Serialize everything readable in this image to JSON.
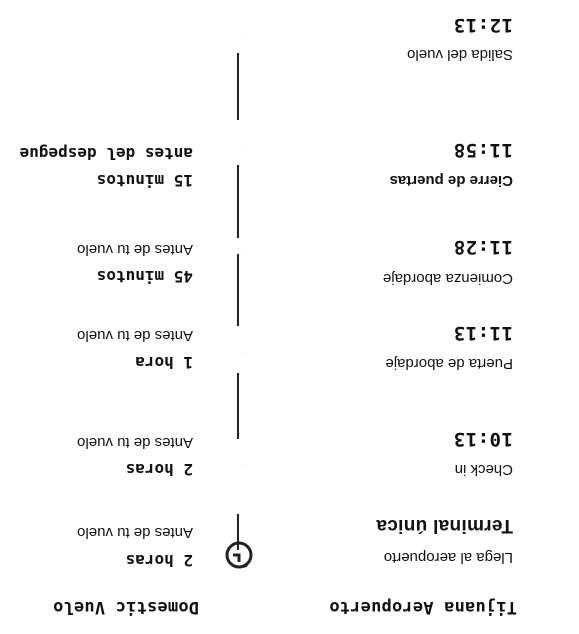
{
  "header": {
    "airport_title": "Tijuana Aeropuerto",
    "flight_title": "Domestic Vuelo"
  },
  "timeline": [
    {
      "icon": "clock-icon",
      "label": "Llega al aeropuerto",
      "time": "Terminal única",
      "duration": "2 horas",
      "sub": "Antes de tu vuelo"
    },
    {
      "icon": "moon-icon",
      "label": "Check in",
      "time": "10:13",
      "duration": "2 horas",
      "sub": "Antes de tu vuelo"
    },
    {
      "icon": "moon-icon",
      "label": "Puerta de abordaje",
      "time": "11:13",
      "duration": "1 hora",
      "sub": "Antes de tu vuelo"
    },
    {
      "icon": "moon-icon",
      "label": "Comienza abordaje",
      "time": "11:28",
      "duration": "45 minutos",
      "sub": "Antes de tu vuelo"
    },
    {
      "icon": "moon-icon",
      "label": "Cierre de puertas",
      "time": "11:58",
      "duration": "15 minutos",
      "sub": "antes del despegue"
    },
    {
      "icon": "moon-icon",
      "label": "Salida del vuelo",
      "time": "12:13",
      "duration": "",
      "sub": ""
    }
  ]
}
